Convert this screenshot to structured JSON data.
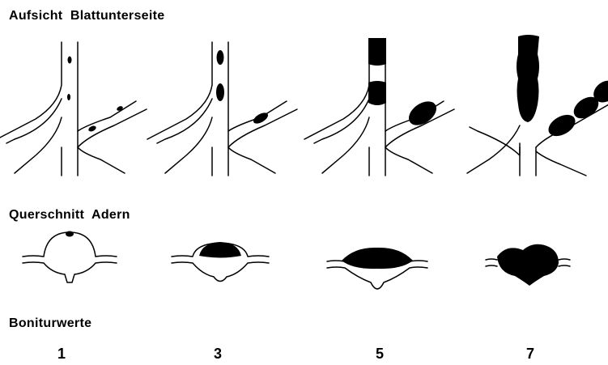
{
  "labels": {
    "top_view": "Aufsicht  Blattunterseite",
    "cross_section": "Querschnitt  Adern",
    "rating_values": "Boniturwerte"
  },
  "ratings": [
    "1",
    "3",
    "5",
    "7"
  ],
  "colors": {
    "lesion": "#000000",
    "line": "#000000",
    "background": "#ffffff"
  }
}
